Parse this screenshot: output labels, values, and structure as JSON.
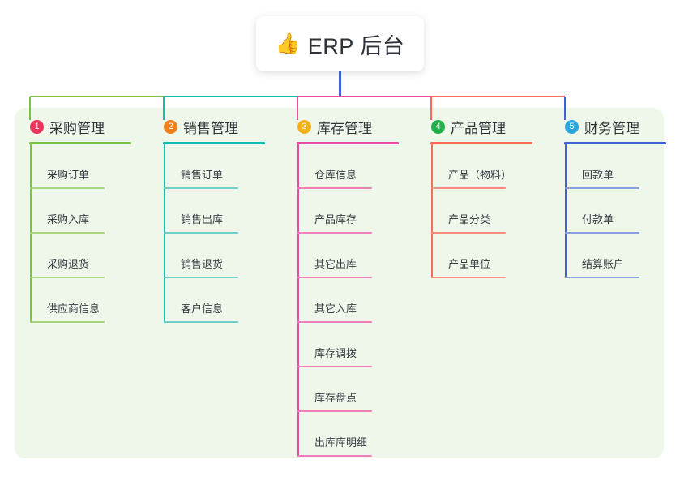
{
  "diagram": {
    "type": "mind-map",
    "title": "ERP 后台",
    "root": {
      "emoji": "👍",
      "emoji_name": "thumbs-up-icon",
      "label": "ERP 后台"
    },
    "panel_color": "#eef7e9",
    "page_background": "#ffffff",
    "branches": [
      {
        "number": "1",
        "label": "采购管理",
        "color": "#7dc142",
        "badge_color": "#e8365d",
        "leaf_color": "#a8d47f",
        "children": [
          "采购订单",
          "采购入库",
          "采购退货",
          "供应商信息"
        ]
      },
      {
        "number": "2",
        "label": "销售管理",
        "color": "#10bfb4",
        "badge_color": "#f0821e",
        "leaf_color": "#6fcfc8",
        "children": [
          "销售订单",
          "销售出库",
          "销售退货",
          "客户信息"
        ]
      },
      {
        "number": "3",
        "label": "库存管理",
        "color": "#e84ba2",
        "badge_color": "#f5b017",
        "leaf_color": "#ef7fbb",
        "children": [
          "仓库信息",
          "产品库存",
          "其它出库",
          "其它入库",
          "库存调拨",
          "库存盘点",
          "出库库明细"
        ]
      },
      {
        "number": "4",
        "label": "产品管理",
        "color": "#fb6a57",
        "badge_color": "#20b14a",
        "leaf_color": "#fb8d7e",
        "children": [
          "产品（物料）",
          "产品分类",
          "产品单位"
        ]
      },
      {
        "number": "5",
        "label": "财务管理",
        "color": "#4160d6",
        "badge_color": "#29a8e0",
        "leaf_color": "#8b9fe0",
        "children": [
          "回款单",
          "付款单",
          "结算账户"
        ]
      }
    ]
  }
}
